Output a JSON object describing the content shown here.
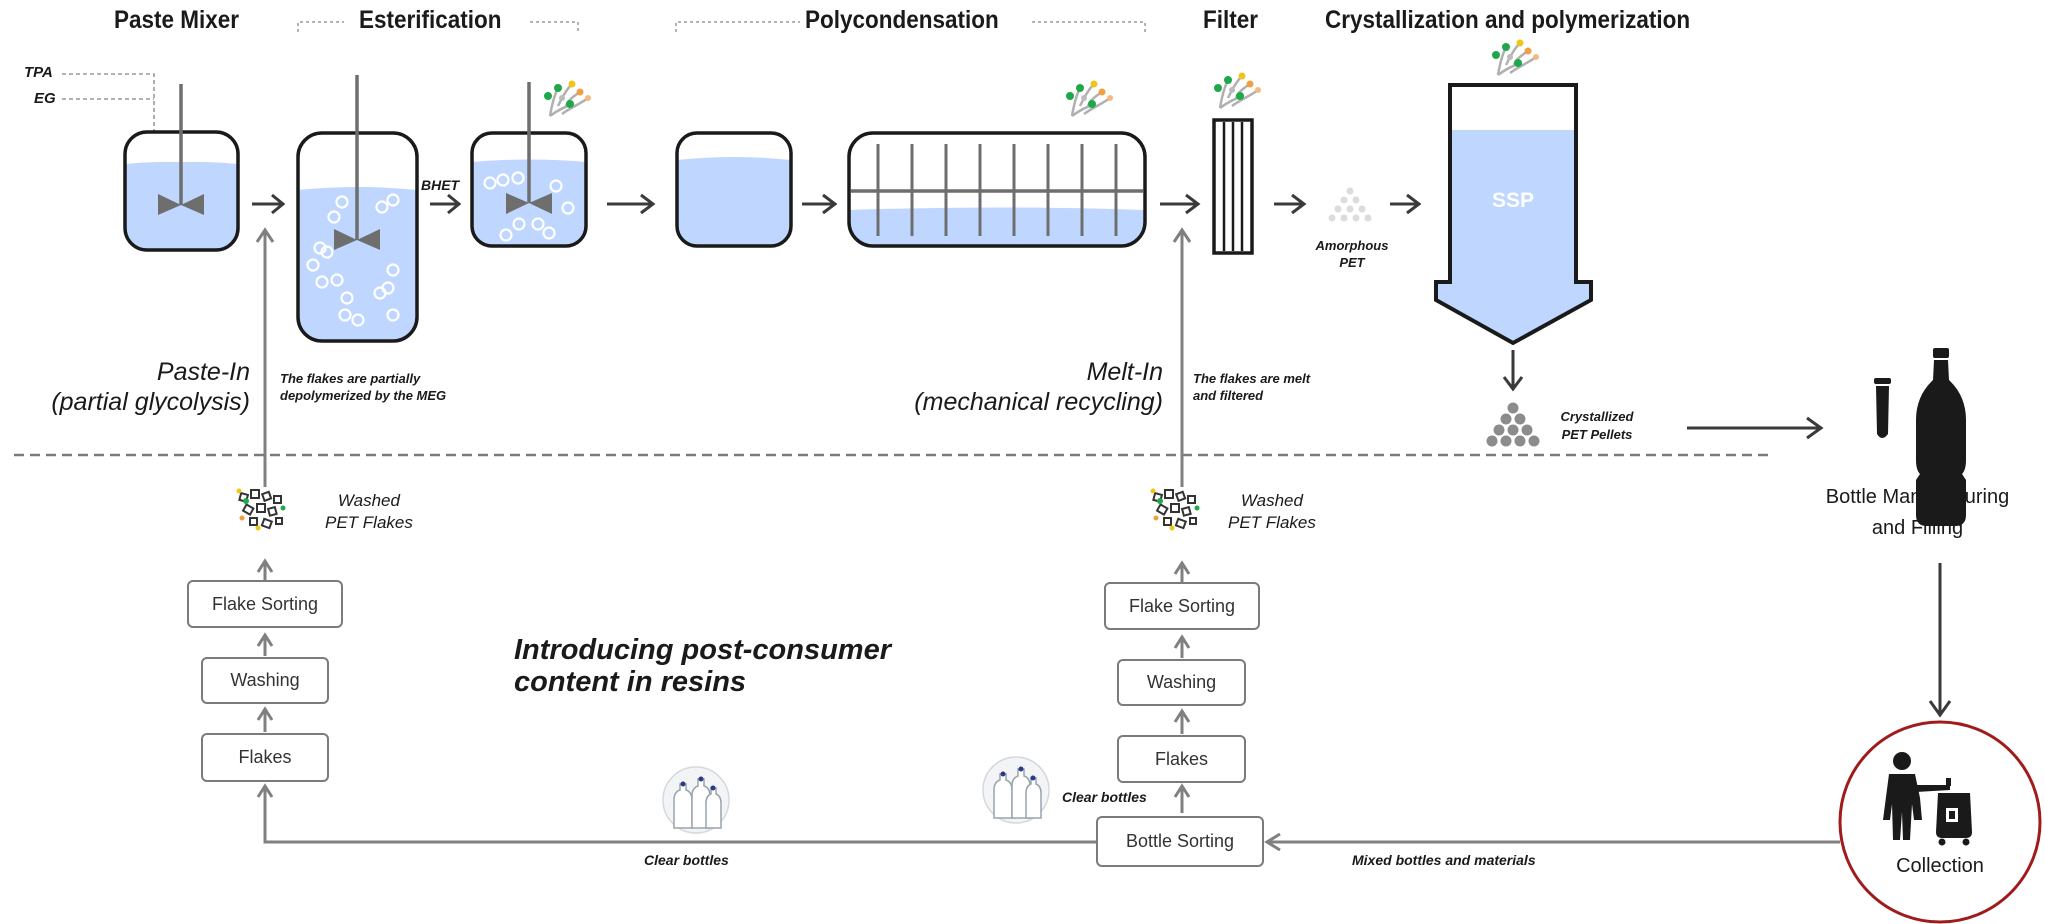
{
  "headers": {
    "paste_mixer": "Paste Mixer",
    "esterification": "Esterification",
    "polycondensation": "Polycondensation",
    "filter": "Filter",
    "crystallization": "Crystallization and polymerization"
  },
  "inputs": {
    "tpa": "TPA",
    "eg": "EG",
    "bhet": "BHET"
  },
  "ssp_label": "SSP",
  "amorphous_pet": {
    "line1": "Amorphous",
    "line2": "PET"
  },
  "crystallized_pet": {
    "line1": "Crystallized",
    "line2": "PET Pellets"
  },
  "paste_in": {
    "line1": "Paste-In",
    "line2": "(partial glycolysis)"
  },
  "melt_in": {
    "line1": "Melt-In",
    "line2": "(mechanical recycling)"
  },
  "note_paste": {
    "line1": "The flakes are partially",
    "line2": "depolymerized by the MEG"
  },
  "note_melt": {
    "line1": "The flakes are melt",
    "line2": "and filtered"
  },
  "washed_flakes": {
    "line1": "Washed",
    "line2": "PET Flakes"
  },
  "steps": {
    "flake_sorting": "Flake Sorting",
    "washing": "Washing",
    "flakes": "Flakes",
    "bottle_sorting": "Bottle Sorting"
  },
  "intro": {
    "line1": "Introducing post-consumer",
    "line2": "content in resins"
  },
  "clear_bottles": "Clear bottles",
  "mixed_bottles": "Mixed bottles and materials",
  "bottle_manufacturing": {
    "line1": "Bottle Manufacturing",
    "line2": "and Filling"
  },
  "collection": "Collection",
  "colors": {
    "liquid": "#bfd6ff",
    "arrow": "#808080",
    "collection_ring": "#a01c1c",
    "dark": "#1a1a1a"
  },
  "icons": [
    "mixer-impeller-icon",
    "molecule-icon",
    "flakes-icon",
    "pellets-icon",
    "bottle-icon",
    "preform-icon",
    "person-recycling-icon",
    "clear-bottles-icon"
  ]
}
